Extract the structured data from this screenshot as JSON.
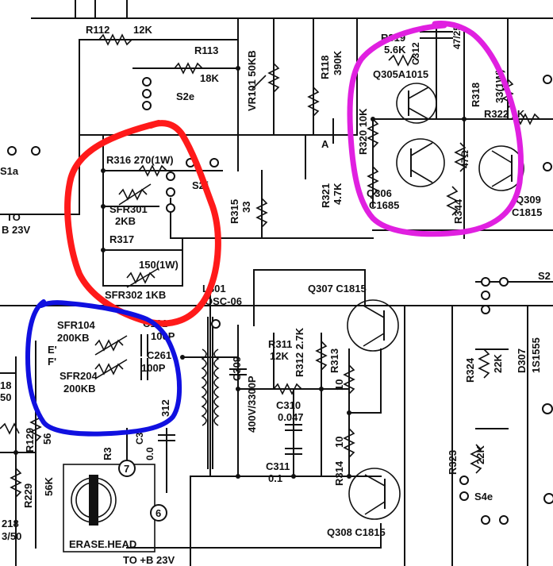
{
  "labels": {
    "r112": "R112",
    "r112_val": "12K",
    "r113": "R113",
    "r113_val": "18K",
    "s2e": "S2e",
    "vr101": "VR101 50KB",
    "r118": "R118",
    "r118_val": "390K",
    "r319": "R319",
    "r319_val": "5.6K",
    "c312": "C312",
    "c312_val": "47/25",
    "q305": "Q305A1015",
    "r318": "R318",
    "r318_val": "33(1W)",
    "r320": "R320 10K",
    "r322": "R322 1K",
    "node_a": "A",
    "r321": "R321",
    "r321_val": "4.7K",
    "q306": "Q306",
    "q306_type": "C1685",
    "r344": "R344",
    "r344_val": "47Ω",
    "q309": "Q309",
    "q309_type": "C1815",
    "r316": "R316 270(1W)",
    "s2f": "S2f",
    "sfr301": "SFR301",
    "sfr301_val": "2KB",
    "r315": "R315",
    "r315_val": "33",
    "r317": "R317",
    "r317_val": "150(1W)",
    "sfr302": "SFR302 1KB",
    "l301": "L301",
    "osc": "OSC-06",
    "q307": "Q307 C1815",
    "sfr104": "SFR104",
    "sfr104_val": "200KB",
    "c161": "C161",
    "c161_val": "100P",
    "c261": "C261",
    "c261_val": "100P",
    "e_node": "E'",
    "f_node": "F'",
    "sfr204": "SFR204",
    "sfr204_val": "200KB",
    "r311": "R311",
    "r311_val": "12K",
    "r312": "R312 2.7K",
    "r313": "R313",
    "r313_val": "10",
    "c309": "C309",
    "c309_val": "400V/3300P",
    "c310": "C310",
    "c310_val": "0.047",
    "c311": "C311",
    "c311_val": "0.1",
    "r314": "R314",
    "r314_val": "10",
    "q308": "Q308 C1815",
    "erase_head": "ERASE.HEAD",
    "supply": "TO +B 23V",
    "node_7": "7",
    "node_6": "6",
    "r324": "R324",
    "r324_val": "22K",
    "d307": "D307",
    "d307_type": "1S1555",
    "r323": "R323",
    "r323_val": "22K",
    "s4e": "S4e",
    "s2": "S2",
    "s1a": "S1a",
    "to_b23": "TO",
    "v23": "B 23V",
    "r18": "18",
    "r50": "50",
    "r129": "R129",
    "r129_val": "56",
    "r229": "R229",
    "r229_val": "56K",
    "r218": "218",
    "r218_val": "3/50",
    "r3": "R3",
    "c3": "C3",
    "c3_val": "0.0",
    "r312b": "312"
  },
  "highlights": [
    {
      "name": "red-circle",
      "color": "#ff1a1a"
    },
    {
      "name": "magenta-circle",
      "color": "#e020e0"
    },
    {
      "name": "blue-circle",
      "color": "#1010e0"
    }
  ]
}
